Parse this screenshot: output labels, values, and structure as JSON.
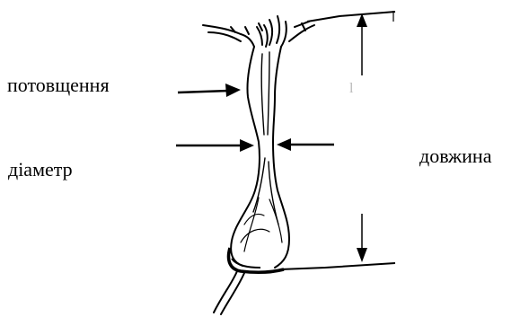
{
  "diagram": {
    "labels": {
      "thickening": "потовщення",
      "diameter": "діаметр",
      "length": "довжина",
      "faded_fragment": "l"
    },
    "colors": {
      "ink": "#000000",
      "background": "#ffffff",
      "faded_text": "#b8b8b8"
    }
  }
}
